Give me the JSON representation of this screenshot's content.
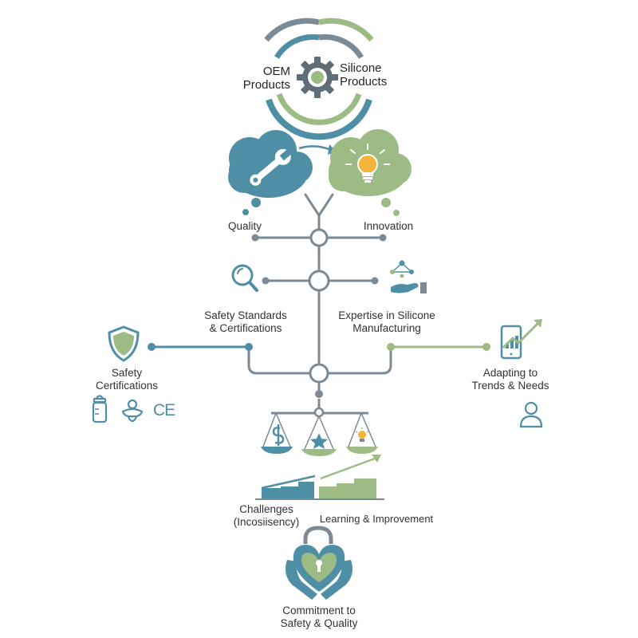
{
  "hub": {
    "left_line1": "OEM",
    "left_line2": "Products",
    "right_line1": "Silicone",
    "right_line2": "Products"
  },
  "pillars": {
    "quality": "Quality",
    "innovation": "Innovation"
  },
  "branches": {
    "safety_standards_line1": "Safety Standards",
    "safety_standards_line2": "& Certifications",
    "expertise_line1": "Expertise in Silicone",
    "expertise_line2": "Manufacturing"
  },
  "sides": {
    "safety_certs_line1": "Safety",
    "safety_certs_line2": "Certifications",
    "ce_mark": "CE",
    "adapting_line1": "Adapting to",
    "adapting_line2": "Trends & Needs"
  },
  "growth": {
    "challenges_line1": "Challenges",
    "challenges_line2": "(Incosiisency)",
    "learning": "Learning & Improvement"
  },
  "commitment": {
    "line1": "Commitment to",
    "line2": "Safety & Quality"
  },
  "colors": {
    "steel": "#7b8a95",
    "teal": "#4f8fa5",
    "sage": "#9dbb85",
    "amber": "#f2b53a",
    "text": "#2f3336"
  }
}
